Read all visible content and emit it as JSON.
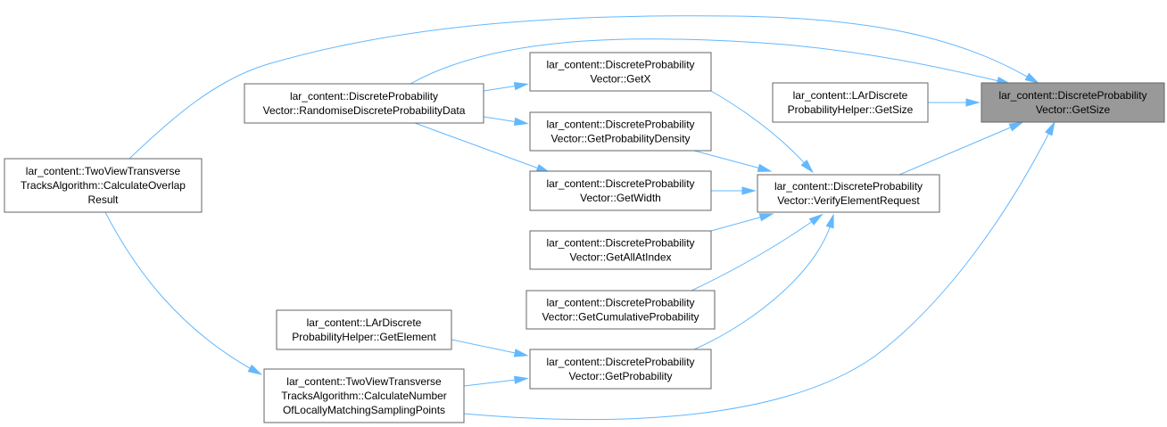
{
  "diagram": {
    "nodes": [
      {
        "id": "getsize",
        "lines": [
          "lar_content::DiscreteProbability",
          "Vector::GetSize"
        ],
        "highlighted": true
      },
      {
        "id": "helper_getsize",
        "lines": [
          "lar_content::LArDiscrete",
          "ProbabilityHelper::GetSize"
        ]
      },
      {
        "id": "verify",
        "lines": [
          "lar_content::DiscreteProbability",
          "Vector::VerifyElementRequest"
        ]
      },
      {
        "id": "getx",
        "lines": [
          "lar_content::DiscreteProbability",
          "Vector::GetX"
        ]
      },
      {
        "id": "getprobdensity",
        "lines": [
          "lar_content::DiscreteProbability",
          "Vector::GetProbabilityDensity"
        ]
      },
      {
        "id": "getwidth",
        "lines": [
          "lar_content::DiscreteProbability",
          "Vector::GetWidth"
        ]
      },
      {
        "id": "getallatindex",
        "lines": [
          "lar_content::DiscreteProbability",
          "Vector::GetAllAtIndex"
        ]
      },
      {
        "id": "getcumulative",
        "lines": [
          "lar_content::DiscreteProbability",
          "Vector::GetCumulativeProbability"
        ]
      },
      {
        "id": "getprobability",
        "lines": [
          "lar_content::DiscreteProbability",
          "Vector::GetProbability"
        ]
      },
      {
        "id": "randomise",
        "lines": [
          "lar_content::DiscreteProbability",
          "Vector::RandomiseDiscreteProbabilityData"
        ]
      },
      {
        "id": "helper_getelement",
        "lines": [
          "lar_content::LArDiscrete",
          "ProbabilityHelper::GetElement"
        ]
      },
      {
        "id": "calcnumber",
        "lines": [
          "lar_content::TwoViewTransverse",
          "TracksAlgorithm::CalculateNumber",
          "OfLocallyMatchingSamplingPoints"
        ]
      },
      {
        "id": "calcoverlap",
        "lines": [
          "lar_content::TwoViewTransverse",
          "TracksAlgorithm::CalculateOverlap",
          "Result"
        ]
      }
    ],
    "edges": [
      {
        "from": "calcoverlap",
        "to": "getsize"
      },
      {
        "from": "calcoverlap",
        "to": "calcnumber"
      },
      {
        "from": "randomise",
        "to": "getsize"
      },
      {
        "from": "randomise",
        "to": "getx"
      },
      {
        "from": "randomise",
        "to": "getprobdensity"
      },
      {
        "from": "randomise",
        "to": "getwidth"
      },
      {
        "from": "helper_getsize",
        "to": "getsize"
      },
      {
        "from": "verify",
        "to": "getsize"
      },
      {
        "from": "getx",
        "to": "verify"
      },
      {
        "from": "getprobdensity",
        "to": "verify"
      },
      {
        "from": "getwidth",
        "to": "verify"
      },
      {
        "from": "getallatindex",
        "to": "verify"
      },
      {
        "from": "getcumulative",
        "to": "verify"
      },
      {
        "from": "getprobability",
        "to": "verify"
      },
      {
        "from": "helper_getelement",
        "to": "getprobability"
      },
      {
        "from": "calcnumber",
        "to": "getprobability"
      },
      {
        "from": "calcnumber",
        "to": "getsize"
      }
    ],
    "colors": {
      "edge": "#63b8ff",
      "node_border": "#666666",
      "highlight_fill": "#999999"
    }
  }
}
